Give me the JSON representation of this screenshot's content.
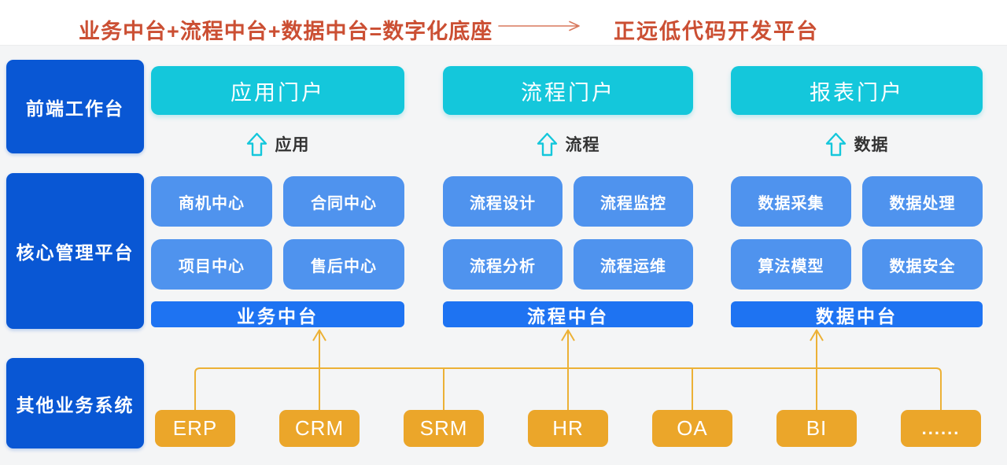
{
  "palette": {
    "deep_blue": "#0957d4",
    "bar_blue": "#1e73f2",
    "cell_blue": "#4f93ee",
    "cyan": "#14c7db",
    "orange": "#eba62a",
    "connector_orange": "#ecb136",
    "title_red": "#cb4f33",
    "title_arrow_salmon": "#d8795d",
    "flow_label_dark": "#333333",
    "background": "#f4f5f6"
  },
  "header": {
    "formula": "业务中台+流程中台+数据中台=数字化底座",
    "product": "正远低代码开发平台"
  },
  "side_labels": {
    "frontend": "前端工作台",
    "core": "核心管理平台",
    "other": "其他业务系统"
  },
  "columns": [
    {
      "portal": "应用门户",
      "flow_label": "应用",
      "cells": [
        "商机中心",
        "合同中心",
        "项目中心",
        "售后中心"
      ],
      "bar": "业务中台"
    },
    {
      "portal": "流程门户",
      "flow_label": "流程",
      "cells": [
        "流程设计",
        "流程监控",
        "流程分析",
        "流程运维"
      ],
      "bar": "流程中台"
    },
    {
      "portal": "报表门户",
      "flow_label": "数据",
      "cells": [
        "数据采集",
        "数据处理",
        "算法模型",
        "数据安全"
      ],
      "bar": "数据中台"
    }
  ],
  "external_systems": [
    "ERP",
    "CRM",
    "SRM",
    "HR",
    "OA",
    "BI",
    "......"
  ]
}
